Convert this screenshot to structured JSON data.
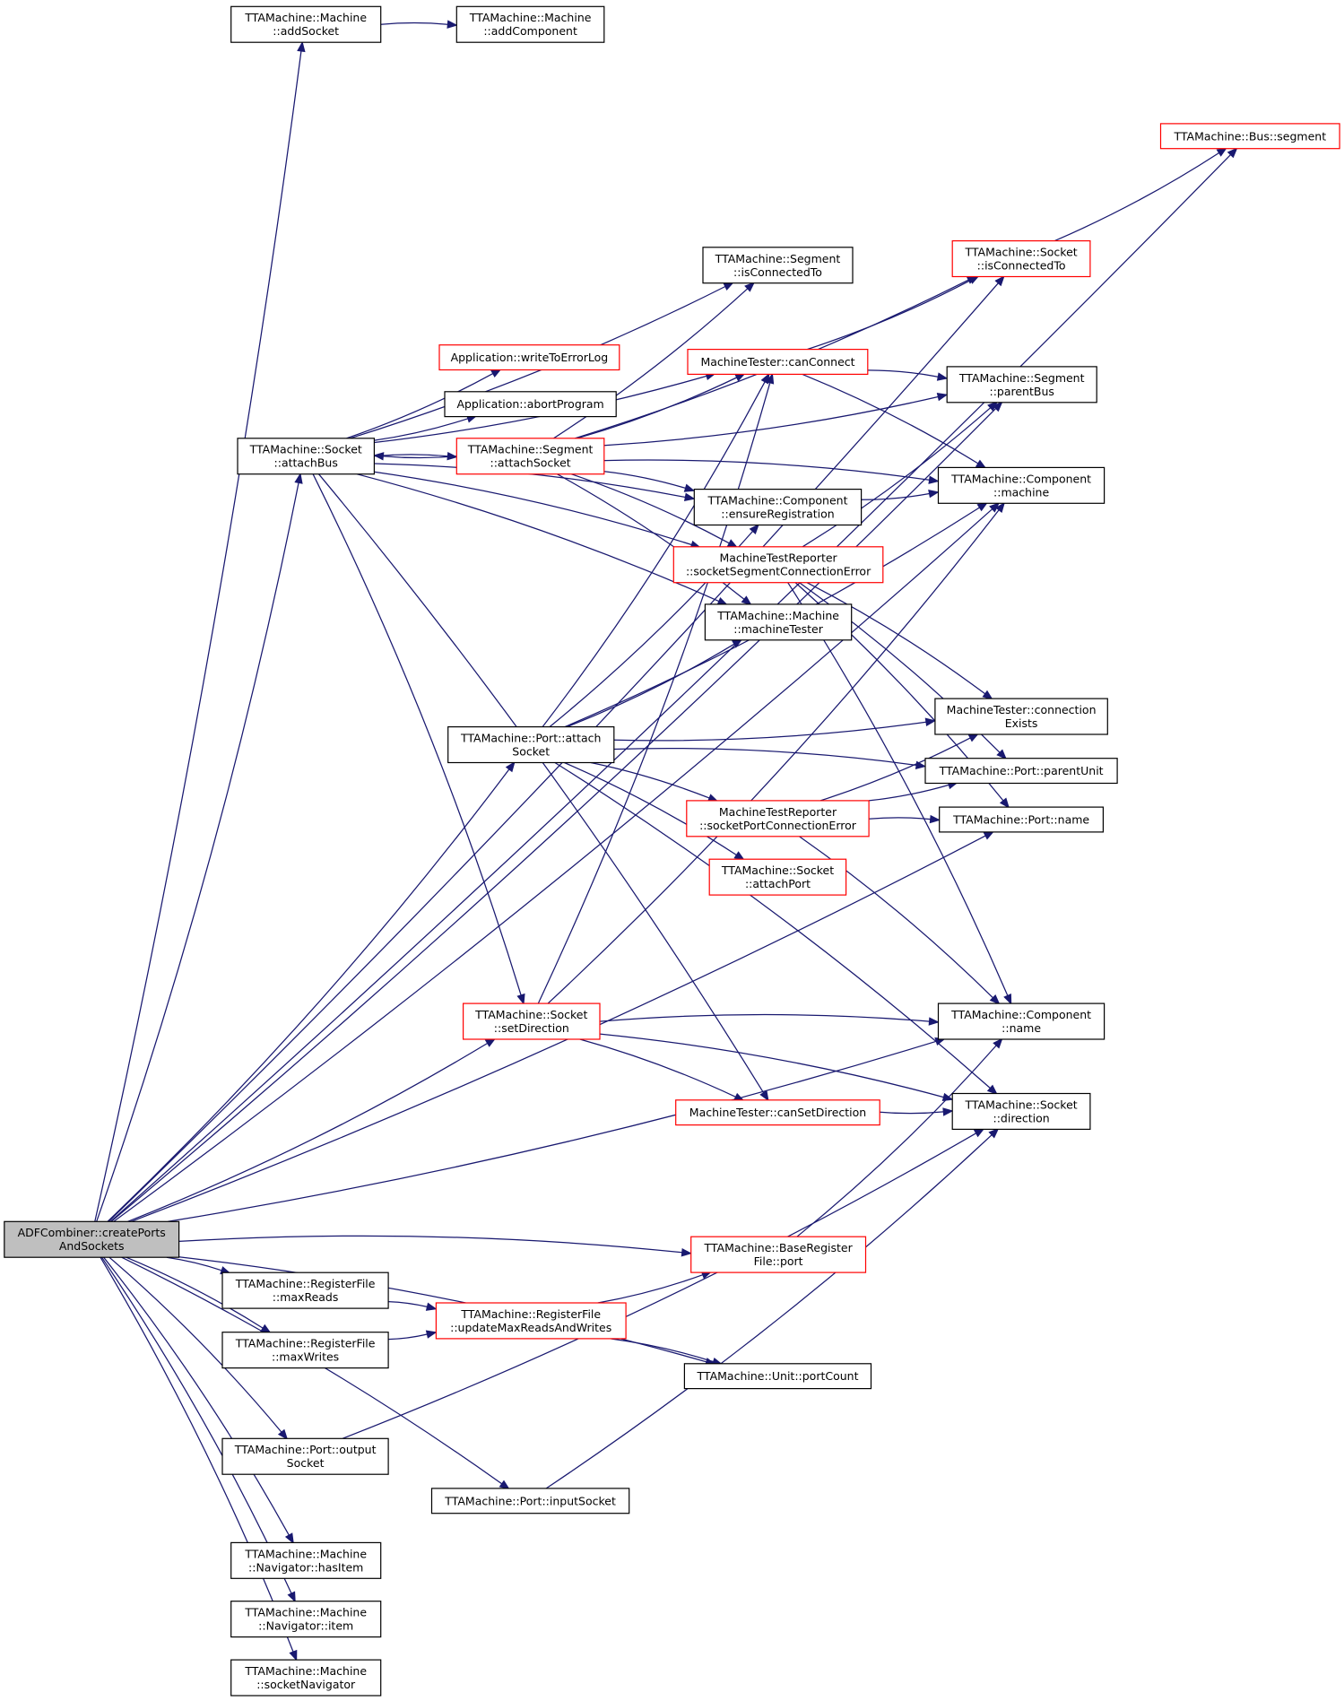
{
  "colors": {
    "edge": "#191970",
    "node_border_default": "#000000",
    "node_border_incomplete": "#ff0000",
    "node_fill": "#ffffff",
    "root_fill": "#bfbfbf",
    "text": "#000000"
  },
  "nodes": {
    "root": {
      "lines": [
        "ADFCombiner::createPorts",
        "AndSockets"
      ],
      "style": "root"
    },
    "machine_addSocket": {
      "lines": [
        "TTAMachine::Machine",
        "::addSocket"
      ],
      "style": "default"
    },
    "machine_addComponent": {
      "lines": [
        "TTAMachine::Machine",
        "::addComponent"
      ],
      "style": "default"
    },
    "bus_segment": {
      "lines": [
        "TTAMachine::Bus::segment"
      ],
      "style": "incomplete"
    },
    "socket_isConnectedTo": {
      "lines": [
        "TTAMachine::Socket",
        "::isConnectedTo"
      ],
      "style": "incomplete"
    },
    "segment_isConnectedTo": {
      "lines": [
        "TTAMachine::Segment",
        "::isConnectedTo"
      ],
      "style": "default"
    },
    "app_writeToErrorLog": {
      "lines": [
        "Application::writeToErrorLog"
      ],
      "style": "incomplete"
    },
    "tester_canConnect": {
      "lines": [
        "MachineTester::canConnect"
      ],
      "style": "incomplete"
    },
    "segment_parentBus": {
      "lines": [
        "TTAMachine::Segment",
        "::parentBus"
      ],
      "style": "default"
    },
    "app_abortProgram": {
      "lines": [
        "Application::abortProgram"
      ],
      "style": "default"
    },
    "socket_attachBus": {
      "lines": [
        "TTAMachine::Socket",
        "::attachBus"
      ],
      "style": "default"
    },
    "segment_attachSocket": {
      "lines": [
        "TTAMachine::Segment",
        "::attachSocket"
      ],
      "style": "incomplete"
    },
    "component_machine": {
      "lines": [
        "TTAMachine::Component",
        "::machine"
      ],
      "style": "default"
    },
    "component_ensureRegistration": {
      "lines": [
        "TTAMachine::Component",
        "::ensureRegistration"
      ],
      "style": "default"
    },
    "reporter_socketSegment": {
      "lines": [
        "MachineTestReporter",
        "::socketSegmentConnectionError"
      ],
      "style": "incomplete"
    },
    "machine_machineTester": {
      "lines": [
        "TTAMachine::Machine",
        "::machineTester"
      ],
      "style": "default"
    },
    "tester_connectionExists": {
      "lines": [
        "MachineTester::connection",
        "Exists"
      ],
      "style": "default"
    },
    "port_attachSocket": {
      "lines": [
        "TTAMachine::Port::attach",
        "Socket"
      ],
      "style": "default"
    },
    "port_parentUnit": {
      "lines": [
        "TTAMachine::Port::parentUnit"
      ],
      "style": "default"
    },
    "reporter_socketPort": {
      "lines": [
        "MachineTestReporter",
        "::socketPortConnectionError"
      ],
      "style": "incomplete"
    },
    "port_name": {
      "lines": [
        "TTAMachine::Port::name"
      ],
      "style": "default"
    },
    "socket_attachPort": {
      "lines": [
        "TTAMachine::Socket",
        "::attachPort"
      ],
      "style": "incomplete"
    },
    "socket_setDirection": {
      "lines": [
        "TTAMachine::Socket",
        "::setDirection"
      ],
      "style": "incomplete"
    },
    "component_name": {
      "lines": [
        "TTAMachine::Component",
        "::name"
      ],
      "style": "default"
    },
    "tester_canSetDirection": {
      "lines": [
        "MachineTester::canSetDirection"
      ],
      "style": "incomplete"
    },
    "socket_direction": {
      "lines": [
        "TTAMachine::Socket",
        "::direction"
      ],
      "style": "default"
    },
    "baseRegisterFile_port": {
      "lines": [
        "TTAMachine::BaseRegister",
        "File::port"
      ],
      "style": "incomplete"
    },
    "rf_maxReads": {
      "lines": [
        "TTAMachine::RegisterFile",
        "::maxReads"
      ],
      "style": "default"
    },
    "rf_updateMaxReadsAndWrites": {
      "lines": [
        "TTAMachine::RegisterFile",
        "::updateMaxReadsAndWrites"
      ],
      "style": "incomplete"
    },
    "rf_maxWrites": {
      "lines": [
        "TTAMachine::RegisterFile",
        "::maxWrites"
      ],
      "style": "default"
    },
    "unit_portCount": {
      "lines": [
        "TTAMachine::Unit::portCount"
      ],
      "style": "default"
    },
    "port_outputSocket": {
      "lines": [
        "TTAMachine::Port::output",
        "Socket"
      ],
      "style": "default"
    },
    "port_inputSocket": {
      "lines": [
        "TTAMachine::Port::inputSocket"
      ],
      "style": "default"
    },
    "navigator_hasItem": {
      "lines": [
        "TTAMachine::Machine",
        "::Navigator::hasItem"
      ],
      "style": "default"
    },
    "navigator_item": {
      "lines": [
        "TTAMachine::Machine",
        "::Navigator::item"
      ],
      "style": "default"
    },
    "machine_socketNavigator": {
      "lines": [
        "TTAMachine::Machine",
        "::socketNavigator"
      ],
      "style": "default"
    }
  },
  "edges": [
    [
      "root",
      "machine_addSocket"
    ],
    [
      "machine_addSocket",
      "machine_addComponent"
    ],
    [
      "root",
      "bus_segment"
    ],
    [
      "root",
      "socket_isConnectedTo"
    ],
    [
      "root",
      "segment_parentBus"
    ],
    [
      "root",
      "component_machine"
    ],
    [
      "root",
      "socket_attachBus"
    ],
    [
      "root",
      "port_attachSocket"
    ],
    [
      "root",
      "socket_setDirection"
    ],
    [
      "root",
      "port_name"
    ],
    [
      "root",
      "component_name"
    ],
    [
      "root",
      "baseRegisterFile_port"
    ],
    [
      "root",
      "rf_maxReads"
    ],
    [
      "root",
      "rf_maxWrites"
    ],
    [
      "root",
      "unit_portCount"
    ],
    [
      "root",
      "port_outputSocket"
    ],
    [
      "root",
      "port_inputSocket"
    ],
    [
      "root",
      "navigator_hasItem"
    ],
    [
      "root",
      "navigator_item"
    ],
    [
      "root",
      "machine_socketNavigator"
    ],
    [
      "socket_isConnectedTo",
      "bus_segment"
    ],
    [
      "socket_attachBus",
      "segment_isConnectedTo"
    ],
    [
      "socket_attachBus",
      "app_writeToErrorLog"
    ],
    [
      "socket_attachBus",
      "tester_canConnect"
    ],
    [
      "socket_attachBus",
      "app_abortProgram"
    ],
    [
      "socket_attachBus",
      "segment_attachSocket"
    ],
    [
      "socket_attachBus",
      "component_ensureRegistration"
    ],
    [
      "socket_attachBus",
      "reporter_socketSegment"
    ],
    [
      "socket_attachBus",
      "machine_machineTester"
    ],
    [
      "socket_attachBus",
      "socket_setDirection"
    ],
    [
      "socket_attachBus",
      "tester_canSetDirection"
    ],
    [
      "segment_attachSocket",
      "socket_attachBus"
    ],
    [
      "segment_attachSocket",
      "segment_isConnectedTo"
    ],
    [
      "segment_attachSocket",
      "socket_isConnectedTo"
    ],
    [
      "segment_attachSocket",
      "tester_canConnect"
    ],
    [
      "segment_attachSocket",
      "segment_parentBus"
    ],
    [
      "segment_attachSocket",
      "component_machine"
    ],
    [
      "segment_attachSocket",
      "component_ensureRegistration"
    ],
    [
      "segment_attachSocket",
      "reporter_socketSegment"
    ],
    [
      "segment_attachSocket",
      "machine_machineTester"
    ],
    [
      "tester_canConnect",
      "socket_isConnectedTo"
    ],
    [
      "tester_canConnect",
      "segment_parentBus"
    ],
    [
      "tester_canConnect",
      "component_machine"
    ],
    [
      "component_ensureRegistration",
      "component_machine"
    ],
    [
      "reporter_socketSegment",
      "segment_parentBus"
    ],
    [
      "reporter_socketSegment",
      "tester_connectionExists"
    ],
    [
      "reporter_socketSegment",
      "port_parentUnit"
    ],
    [
      "reporter_socketSegment",
      "port_name"
    ],
    [
      "reporter_socketSegment",
      "component_name"
    ],
    [
      "port_attachSocket",
      "tester_canConnect"
    ],
    [
      "port_attachSocket",
      "component_ensureRegistration"
    ],
    [
      "port_attachSocket",
      "machine_machineTester"
    ],
    [
      "port_attachSocket",
      "component_machine"
    ],
    [
      "port_attachSocket",
      "tester_connectionExists"
    ],
    [
      "port_attachSocket",
      "port_parentUnit"
    ],
    [
      "port_attachSocket",
      "reporter_socketPort"
    ],
    [
      "port_attachSocket",
      "socket_attachPort"
    ],
    [
      "port_attachSocket",
      "socket_direction"
    ],
    [
      "reporter_socketPort",
      "tester_connectionExists"
    ],
    [
      "reporter_socketPort",
      "port_parentUnit"
    ],
    [
      "reporter_socketPort",
      "port_name"
    ],
    [
      "reporter_socketPort",
      "component_name"
    ],
    [
      "socket_setDirection",
      "tester_canConnect"
    ],
    [
      "socket_setDirection",
      "component_machine"
    ],
    [
      "socket_setDirection",
      "component_name"
    ],
    [
      "socket_setDirection",
      "tester_canSetDirection"
    ],
    [
      "socket_setDirection",
      "socket_direction"
    ],
    [
      "tester_canSetDirection",
      "socket_direction"
    ],
    [
      "baseRegisterFile_port",
      "component_name"
    ],
    [
      "rf_maxReads",
      "rf_updateMaxReadsAndWrites"
    ],
    [
      "rf_maxWrites",
      "rf_updateMaxReadsAndWrites"
    ],
    [
      "rf_updateMaxReadsAndWrites",
      "baseRegisterFile_port"
    ],
    [
      "rf_updateMaxReadsAndWrites",
      "unit_portCount"
    ],
    [
      "port_outputSocket",
      "socket_direction"
    ],
    [
      "port_inputSocket",
      "socket_direction"
    ]
  ]
}
